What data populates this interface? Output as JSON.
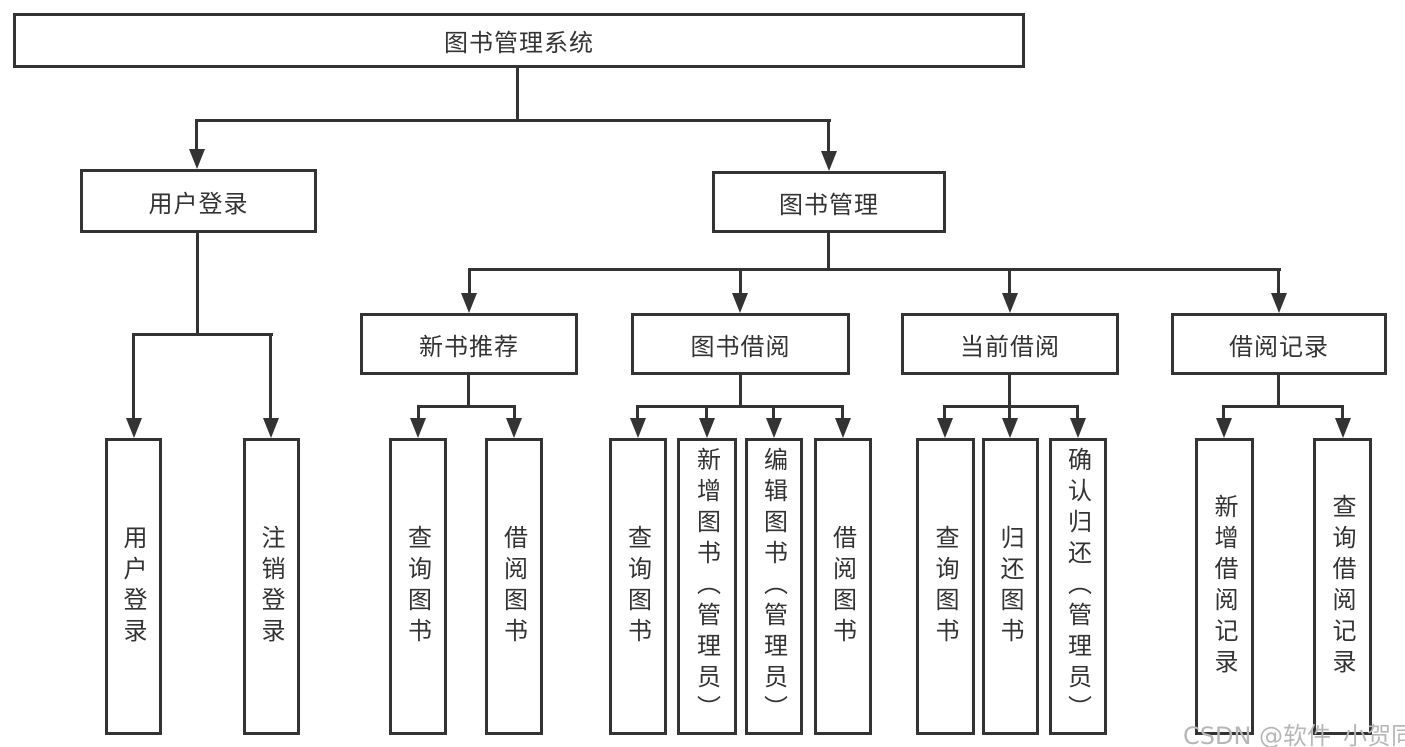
{
  "colors": {
    "line": "#333333",
    "border": "#333333",
    "text": "#333333",
    "bg": "#ffffff",
    "watermark": "#b7b7b7"
  },
  "nodes": {
    "root": "图书管理系统",
    "user_login": "用户登录",
    "book_mgmt": "图书管理",
    "new_book": "新书推荐",
    "book_borrow": "图书借阅",
    "current_borrow": "当前借阅",
    "borrow_record": "借阅记录",
    "user_login_children": [
      "用户登录",
      "注销登录"
    ],
    "new_book_children": [
      "查询图书",
      "借阅图书"
    ],
    "book_borrow_children": [
      "查询图书",
      "新增图书（管理员）",
      "编辑图书（管理员）",
      "借阅图书"
    ],
    "current_borrow_children": [
      "查询图书",
      "归还图书",
      "确认归还（管理员）"
    ],
    "borrow_record_children": [
      "新增借阅记录",
      "查询借阅记录"
    ]
  },
  "watermark": "CSDN @软件_小贺同学"
}
